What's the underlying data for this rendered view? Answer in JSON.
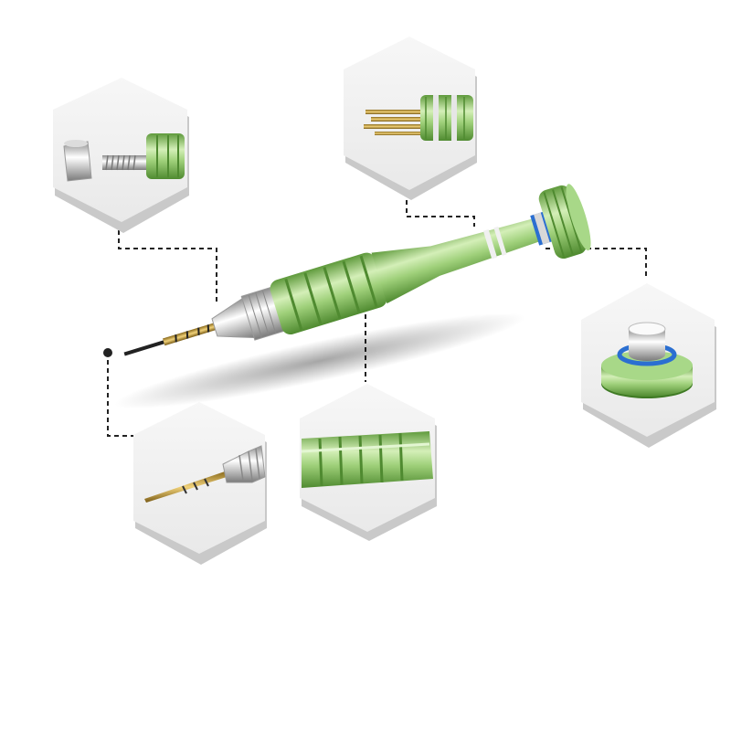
{
  "colors": {
    "background": "#ffffff",
    "handle_green": "#9fd07a",
    "handle_green_dark": "#5f9a3c",
    "handle_green_light": "#d4efb8",
    "metal_light": "#f2f2f2",
    "metal_dark": "#8c8c8c",
    "gold": "#c9a13b",
    "oring_blue": "#2b6fd1",
    "hex_panel": "#f1f1f1",
    "hex_shadow": "#c9c9c9",
    "callout_line": "#222222"
  },
  "callouts": [
    {
      "id": "chuck-detail",
      "icon": "chuck-and-collet-icon"
    },
    {
      "id": "bits-detail",
      "icon": "spare-bits-icon"
    },
    {
      "id": "cap-detail",
      "icon": "swivel-cap-icon"
    },
    {
      "id": "grip-detail",
      "icon": "knurled-grip-icon"
    },
    {
      "id": "tip-detail",
      "icon": "screwdriver-tip-icon"
    }
  ]
}
